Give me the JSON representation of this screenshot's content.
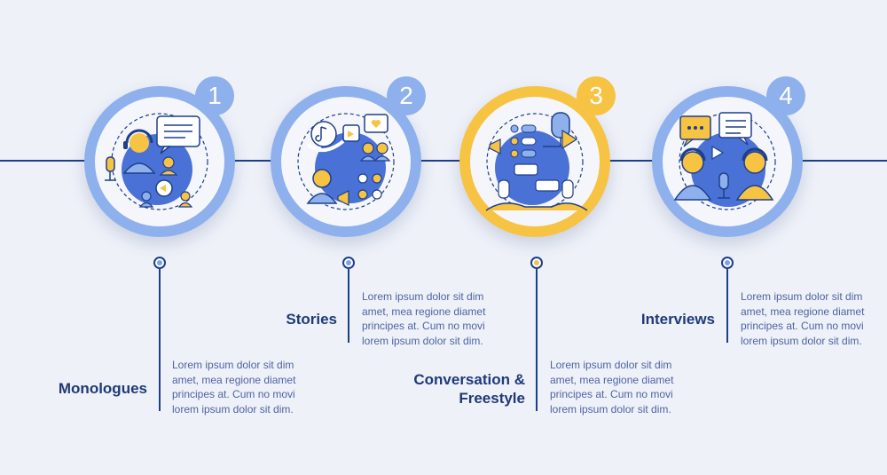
{
  "steps": [
    {
      "number": "1",
      "title": "Monologues",
      "title_lines": [
        "Monologues"
      ],
      "description": "Lorem ipsum dolor sit dim amet, mea regione diamet principes at. Cum no movi lorem ipsum dolor sit dim.",
      "accent": "#8eb0ec",
      "icon": "monologue-podcast-icon"
    },
    {
      "number": "2",
      "title": "Stories",
      "title_lines": [
        "Stories"
      ],
      "description": "Lorem ipsum dolor sit dim amet, mea regione diamet principes at. Cum no movi lorem ipsum dolor sit dim.",
      "accent": "#8eb0ec",
      "icon": "stories-audience-icon"
    },
    {
      "number": "3",
      "title": "Conversation & Freestyle",
      "title_lines": [
        "Conversation &",
        "Freestyle"
      ],
      "description": "Lorem ipsum dolor sit dim amet, mea regione diamet principes at. Cum no movi lorem ipsum dolor sit dim.",
      "accent": "#f6c343",
      "icon": "conversation-chat-icon"
    },
    {
      "number": "4",
      "title": "Interviews",
      "title_lines": [
        "Interviews"
      ],
      "description": "Lorem ipsum dolor sit dim amet, mea regione diamet principes at. Cum no movi lorem ipsum dolor sit dim.",
      "accent": "#8eb0ec",
      "icon": "interview-hosts-icon"
    }
  ],
  "colors": {
    "line": "#1e3f8a",
    "title": "#1e3a78",
    "text": "#4e63a3",
    "blue": "#4a72d6",
    "light_blue": "#8eb0ec",
    "yellow": "#f6c343",
    "background": "#eef1f8"
  }
}
